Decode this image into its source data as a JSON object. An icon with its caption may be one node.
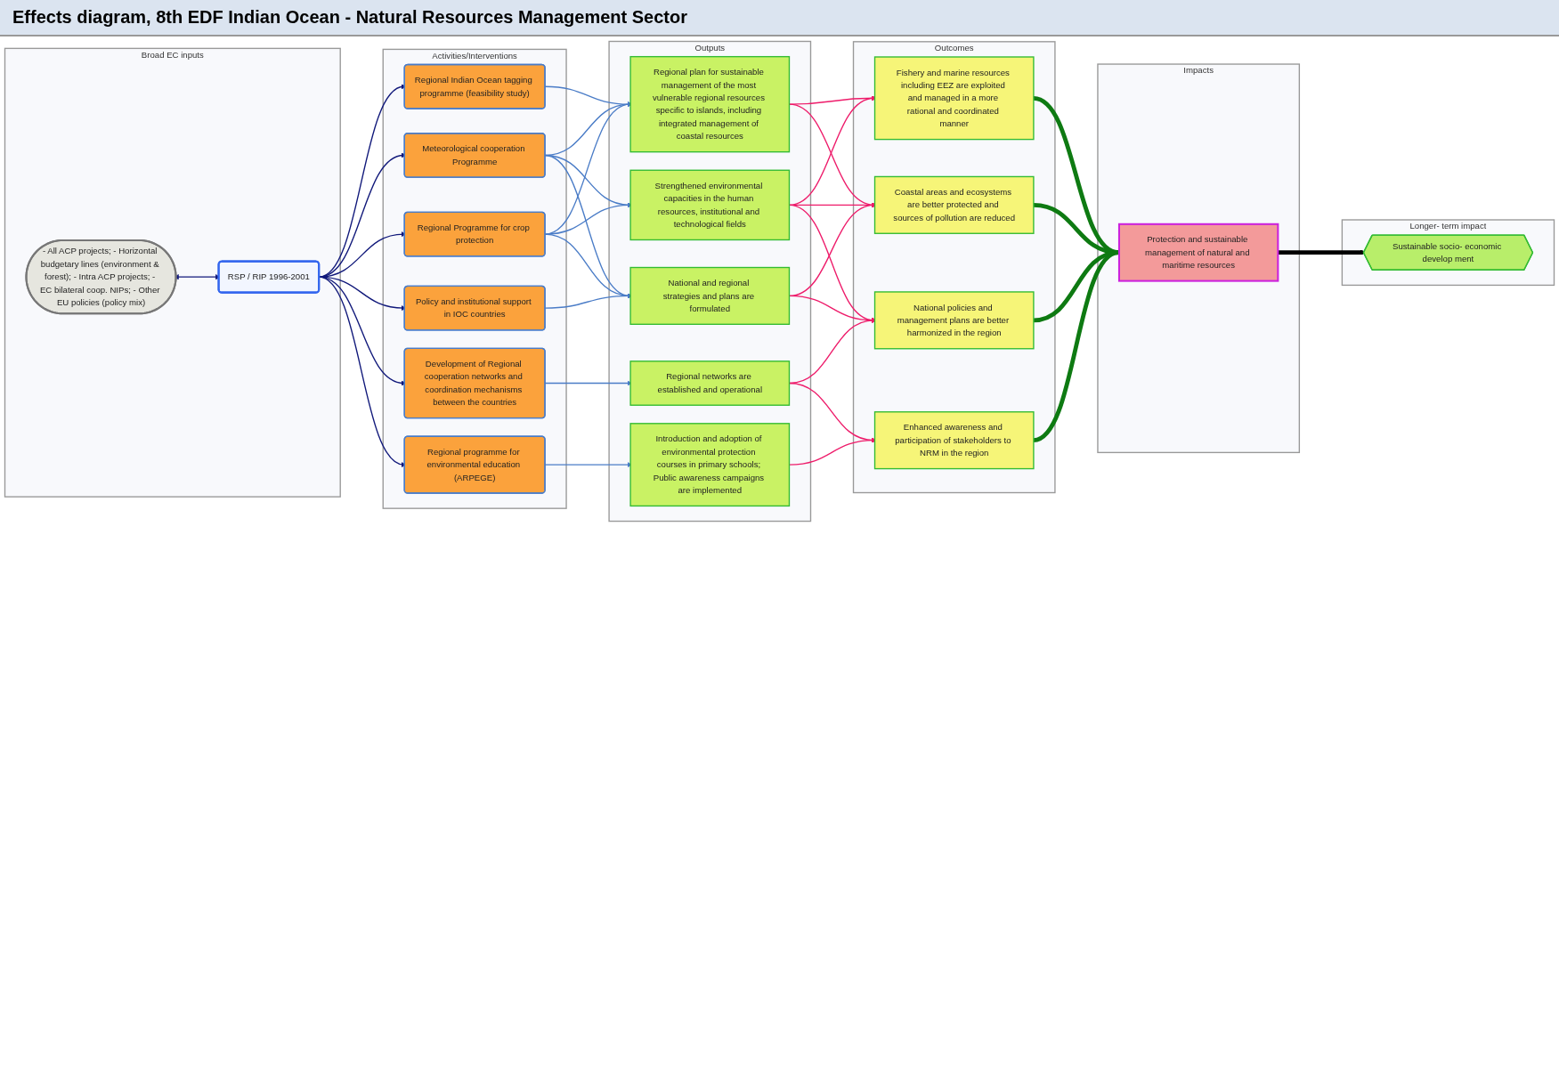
{
  "diagram": {
    "title": "Effects diagram, 8th EDF Indian Ocean - Natural Resources Management Sector",
    "nodes": [
      {
        "text": [
          "Broad EC inputs"
        ]
      },
      {
        "text": [
          "RSP / RIP 1996-2001"
        ],
        "in": 0
      },
      {
        "text": [
          "- All ACP projects; - Horizontal budgetary lines (environment & forest); - Intra ACP projects; - EC bilateral coop. NIPs; - Other EU policies (policy mix)"
        ],
        "in": 0
      },
      {
        "text": [
          "Activities/Interventions"
        ]
      },
      {
        "text": [
          "Regional Indian Ocean tagging programme (feasibility study)"
        ],
        "in": 3
      },
      {
        "text": [
          "Meteorological cooperation Programme"
        ],
        "in": 3
      },
      {
        "text": [
          "Regional Programme for crop protection"
        ],
        "in": 3
      },
      {
        "text": [
          "Policy and institutional support in IOC countries"
        ],
        "in": 3
      },
      {
        "text": [
          "Development of Regional cooperation networks and coordination mechanisms between the countries"
        ],
        "in": 3
      },
      {
        "text": [
          "Regional programme for environmental education (ARPEGE)"
        ],
        "in": 3
      },
      {
        "text": [
          "Outputs"
        ]
      },
      {
        "text": [
          "Regional plan for sustainable management of the most vulnerable regional resources specific to islands, including integrated management of coastal resources"
        ],
        "in": 10
      },
      {
        "text": [
          "Strengthened environmental capacities in the human resources, institutional and technological fields"
        ],
        "in": 10
      },
      {
        "text": [
          "National and regional strategies and plans are formulated"
        ],
        "in": 10
      },
      {
        "text": [
          "Regional networks are established and operational"
        ],
        "in": 10
      },
      {
        "text": [
          "Introduction and adoption of environmental protection courses in primary schools; Public awareness campaigns are implemented"
        ],
        "in": 10
      },
      {
        "text": [
          "Outcomes"
        ]
      },
      {
        "text": [
          "Fishery and marine resources including EEZ are exploited and managed in a more rational and coordinated manner"
        ],
        "in": 16
      },
      {
        "text": [
          "Coastal areas and ecosystems are better protected and sources of pollution are reduced"
        ],
        "in": 16
      },
      {
        "text": [
          "National policies and management plans are better harmonized in the region"
        ],
        "in": 16
      },
      {
        "text": [
          "Enhanced awareness and participation of stakeholders to NRM in the region"
        ],
        "in": 16
      },
      {
        "text": [
          "Impacts"
        ]
      },
      {
        "text": [
          "Protection and sustainable management of natural and maritime resources"
        ],
        "in": 21
      },
      {
        "text": [
          "Longer- term impact"
        ]
      },
      {
        "text": [
          "Sustainable socio- economic develop ment"
        ],
        "in": 23
      }
    ],
    "edges": [
      {
        "from": 1,
        "to": 2,
        "arrow": "both",
        "color": "#10187a"
      },
      {
        "from": 1,
        "to": 4,
        "arrow": "to",
        "color": "#10187a"
      },
      {
        "from": 1,
        "to": 5,
        "arrow": "to",
        "color": "#10187a"
      },
      {
        "from": 1,
        "to": 6,
        "arrow": "to",
        "color": "#10187a"
      },
      {
        "from": 1,
        "to": 7,
        "arrow": "to",
        "color": "#10187a"
      },
      {
        "from": 1,
        "to": 8,
        "arrow": "to",
        "color": "#10187a"
      },
      {
        "from": 1,
        "to": 9,
        "arrow": "to",
        "color": "#10187a"
      },
      {
        "from": 4,
        "to": 11,
        "arrow": "to"
      },
      {
        "from": 5,
        "to": 11,
        "arrow": "to"
      },
      {
        "from": 5,
        "to": 12,
        "arrow": "to"
      },
      {
        "from": 5,
        "to": 13,
        "arrow": "to"
      },
      {
        "from": 6,
        "to": 11,
        "arrow": "to"
      },
      {
        "from": 6,
        "to": 12,
        "arrow": "to"
      },
      {
        "from": 6,
        "to": 13,
        "arrow": "to"
      },
      {
        "from": 7,
        "to": 13,
        "arrow": "to"
      },
      {
        "from": 8,
        "to": 14,
        "arrow": "to"
      },
      {
        "from": 9,
        "to": 15,
        "arrow": "to"
      },
      {
        "from": 11,
        "to": 17,
        "arrow": "to",
        "color": "#ee1b6a"
      },
      {
        "from": 11,
        "to": 18,
        "arrow": "to",
        "color": "#ee1b6a"
      },
      {
        "from": 12,
        "to": 17,
        "arrow": "to",
        "color": "#ee1b6a"
      },
      {
        "from": 12,
        "to": 18,
        "arrow": "to",
        "color": "#ee1b6a"
      },
      {
        "from": 12,
        "to": 19,
        "arrow": "to",
        "color": "#ee1b6a"
      },
      {
        "from": 13,
        "to": 18,
        "arrow": "to",
        "color": "#ee1b6a"
      },
      {
        "from": 13,
        "to": 19,
        "arrow": "to",
        "color": "#ee1b6a"
      },
      {
        "from": 14,
        "to": 19,
        "arrow": "to",
        "color": "#ee1b6a"
      },
      {
        "from": 14,
        "to": 20,
        "arrow": "to",
        "color": "#ee1b6a"
      },
      {
        "from": 15,
        "to": 20,
        "arrow": "to",
        "color": "#ee1b6a"
      },
      {
        "from": 17,
        "to": 22,
        "arrow": "to",
        "style": "thick",
        "color": "#0e7a12"
      },
      {
        "from": 18,
        "to": 22,
        "arrow": "to",
        "style": "thick",
        "color": "#0e7a12"
      },
      {
        "from": 19,
        "to": 22,
        "arrow": "to",
        "style": "thick",
        "color": "#0e7a12"
      },
      {
        "from": 20,
        "to": 22,
        "arrow": "to",
        "style": "thick",
        "color": "#0e7a12"
      },
      {
        "from": 22,
        "to": 24,
        "arrow": "to",
        "style": "thick",
        "color": "#000000"
      }
    ]
  }
}
